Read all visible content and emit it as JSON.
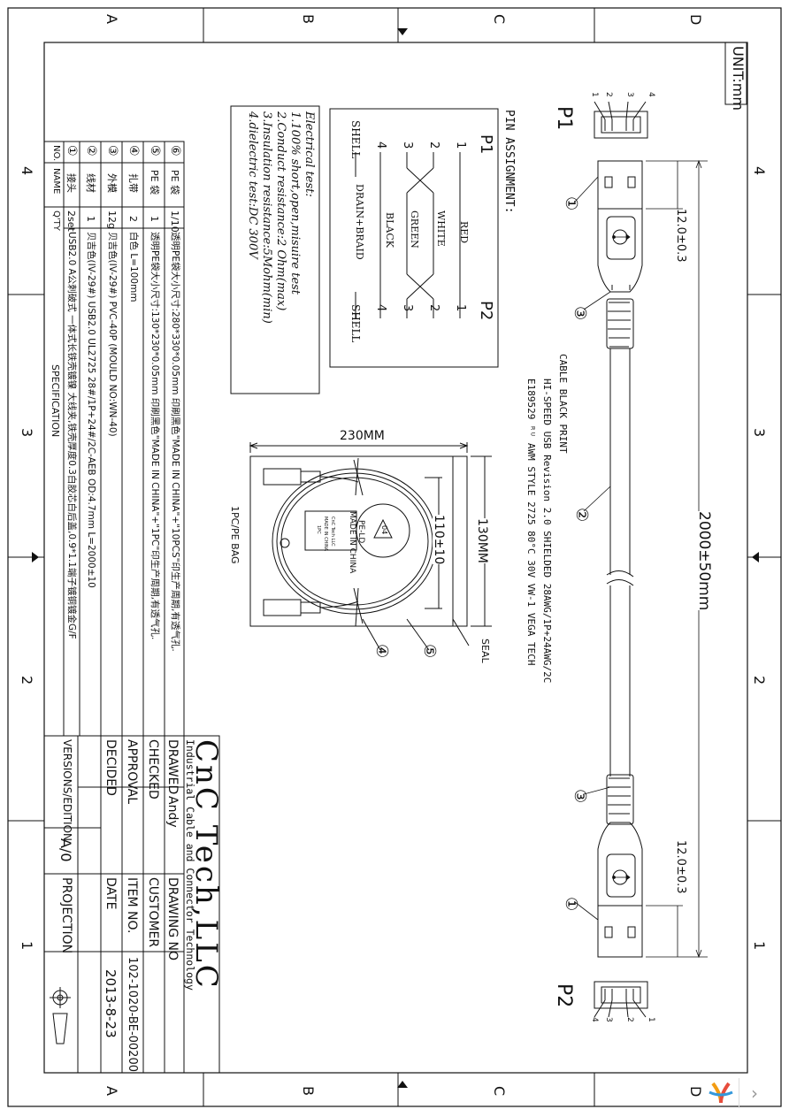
{
  "frame": {
    "zones_top": [
      "A",
      "B",
      "C",
      "D"
    ],
    "zones_bottom": [
      "A",
      "B",
      "C",
      "D"
    ],
    "zones_left": [
      "4",
      "3",
      "2",
      "1"
    ],
    "zones_right": [
      "4",
      "3",
      "2",
      "1"
    ]
  },
  "unit_label": "UNIT:mm",
  "connectors": {
    "p1_label": "P1",
    "p2_label": "P2",
    "p1_pins": [
      "1",
      "2",
      "3",
      "4"
    ],
    "p2_pins": [
      "4",
      "3",
      "2",
      "1"
    ]
  },
  "dimensions": {
    "overall_length": "2000±50mm",
    "plug_length_top": "12.0±0.3",
    "plug_length_bottom": "12.0±0.3",
    "bag_width": "230MM",
    "bag_height": "130MM",
    "coil_dia": "110±10"
  },
  "callouts": {
    "c1": "①",
    "c2": "②",
    "c3": "③",
    "c4": "④",
    "c5": "⑤"
  },
  "cable_print": {
    "line1": "CABLE BLACK PRINT",
    "line2": "HI-SPEED USB Revision 2.0 SHIELDED 28AWG/1P+24AWG/2C",
    "line3": "E189529 ᴿᵁ AWM  STYLE 2725 80°C  30V VW-1 VEGA TECH"
  },
  "pin_assignment": {
    "title": "PIN ASSIGNMENT:",
    "left_header": "P1",
    "right_header": "P2",
    "rows": [
      {
        "left": "1",
        "right": "1",
        "wire": "RED"
      },
      {
        "left": "2",
        "right": "2",
        "wire": "WHITE"
      },
      {
        "left": "3",
        "right": "3",
        "wire": "GREEN"
      },
      {
        "left": "4",
        "right": "4",
        "wire": "BLACK"
      },
      {
        "left": "SHELL",
        "right": "SHELL",
        "wire": "DRAIN+BRAID"
      }
    ]
  },
  "electrical_test": {
    "title": "Electrical test:",
    "lines": [
      "1.100% short,open,misuire test",
      "2.Conduct resistance:2 Ohm(max)",
      "3.Insulation resistance:5Mohm(min)",
      "4.dielectric test:DC 300V"
    ]
  },
  "packaging": {
    "label": "1PC/PE BAG",
    "seal": "SEAL",
    "recycle_code": "04",
    "recycle_material": "PE-LD",
    "made_in": "MADE IN CHINA",
    "tag_lines": [
      "CnC Tech LLC",
      "MADE IN CHINA",
      "1PC"
    ]
  },
  "spec_table": {
    "headers": [
      "NO.",
      "NAME",
      "Q'TY",
      "SPECIFICATION"
    ],
    "rows": [
      {
        "no": "⑥",
        "name": "PE 袋",
        "qty": "1/10",
        "spec": "透明PE袋大小尺寸:280*330*0.05mm 印刷黑色\"MADE IN CHINA\"+\"10PCS\"印生产周期,有透气孔."
      },
      {
        "no": "⑤",
        "name": "PE 袋",
        "qty": "1",
        "spec": "透明PE袋大小尺寸:130*230*0.05mm 印刷黑色\"MADE IN CHINA\"+\"1PC\"印生产周期,有透气孔."
      },
      {
        "no": "④",
        "name": "扎带",
        "qty": "2",
        "spec": "白色 L=100mm"
      },
      {
        "no": "③",
        "name": "外模",
        "qty": "12g",
        "spec": "贝吉色(IV-29#) PVC-40P (MOULD NO:WN-40)"
      },
      {
        "no": "②",
        "name": "线材",
        "qty": "1",
        "spec": "贝吉色(IV-29#) USB2.0 UL2725 28#/1P+24#/2C-AEB OD:4.7mm L=2000±10"
      },
      {
        "no": "①",
        "name": "接头",
        "qty": "2set",
        "spec": "USB2.0 A公刺破式 一体式长铁壳镀镍 大线夹,铁壳厚度0.3白胶芯白后盖,0.9*1.1端子镀铜镀金G/F"
      }
    ]
  },
  "title_block": {
    "company": "CnC Tech,LLC",
    "tagline": "Industrial Cable and Connector Technology",
    "drawed_label": "DRAWED",
    "drawed_value": "Andy",
    "drawing_no_label": "DRAWING NO",
    "checked_label": "CHECKED",
    "customer_label": "CUSTOMER",
    "approval_label": "APPROVAL",
    "item_no_label": "ITEM NO.",
    "item_no_value": "102-1020-BE-00200",
    "decided_label": "DECIDED",
    "date_label": "DATE",
    "date_value": "2013-8-23",
    "version_label": "VERSIONS/EDITION",
    "version_value": "A/0",
    "projection_label": "PROJECTION"
  },
  "colors": {
    "line": "#111111",
    "paper": "#ffffff"
  }
}
